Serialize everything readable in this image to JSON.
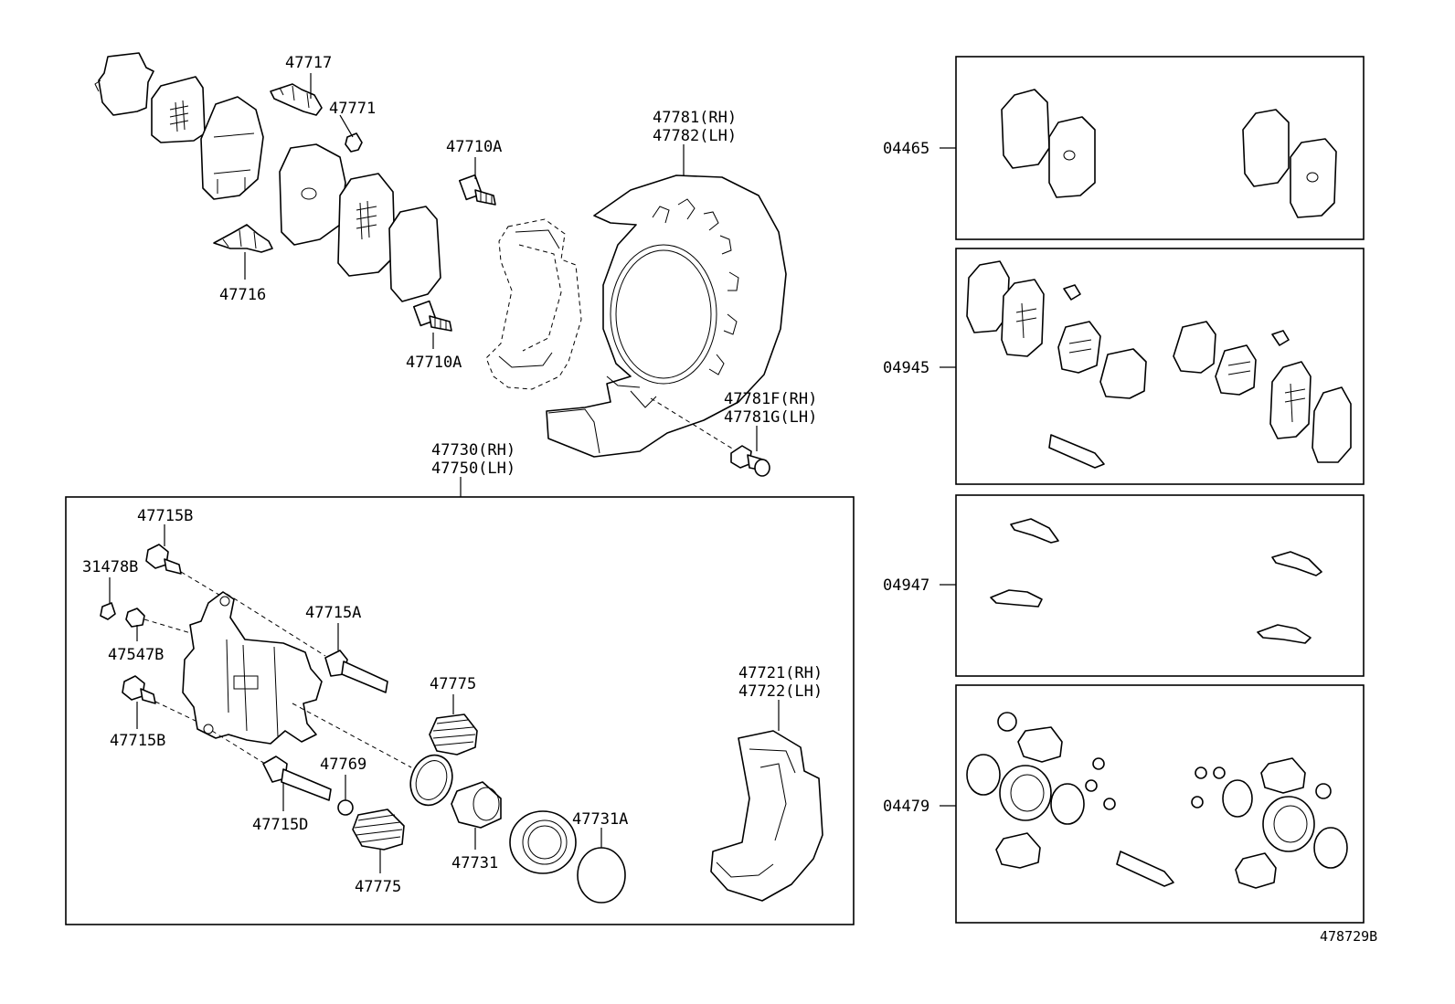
{
  "labels": {
    "p47717": "47717",
    "p47771": "47771",
    "p47710A_top": "47710A",
    "p47716": "47716",
    "p47710A_bot": "47710A",
    "p47781": "47781(RH)",
    "p47782": "47782(LH)",
    "p47781F": "47781F(RH)",
    "p47781G": "47781G(LH)",
    "p47730": "47730(RH)",
    "p47750": "47750(LH)",
    "p47715B_top": "47715B",
    "p31478B": "31478B",
    "p47547B": "47547B",
    "p47715B_bot": "47715B",
    "p47715A": "47715A",
    "p47775_top": "47775",
    "p47769": "47769",
    "p47715D": "47715D",
    "p47775_bot": "47775",
    "p47731": "47731",
    "p47731A": "47731A",
    "p47721": "47721(RH)",
    "p47722": "47722(LH)"
  },
  "kits": [
    {
      "code": "04465"
    },
    {
      "code": "04945"
    },
    {
      "code": "04947"
    },
    {
      "code": "04479"
    }
  ],
  "diagram_code": "478729B"
}
